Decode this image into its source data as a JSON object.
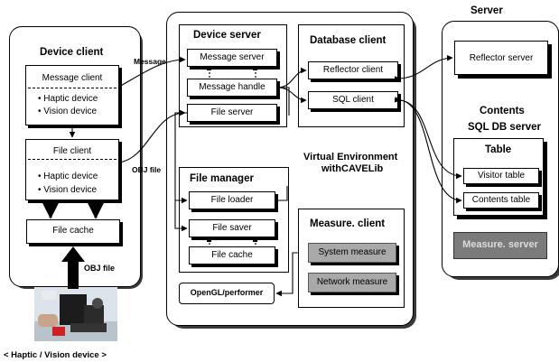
{
  "device_client": {
    "title": "Device client",
    "message_client": {
      "label": "Message client",
      "items": [
        "• Haptic device",
        "• Vision device"
      ]
    },
    "file_client": {
      "label": "File client",
      "items": [
        "• Haptic device",
        "• Vision device"
      ]
    },
    "file_cache": "File cache"
  },
  "device": {
    "caption": "< Haptic / Vision device >"
  },
  "arrows": {
    "message": "Message",
    "obj_file_1": "OBJ file",
    "obj_file_2": "OBJ file"
  },
  "center": {
    "device_server": {
      "title": "Device server",
      "message_server": "Message server",
      "message_handle": "Message handle",
      "file_server": "File server"
    },
    "database_client": {
      "title": "Database client",
      "reflector_client": "Reflector client",
      "sql_client": "SQL client"
    },
    "file_manager": {
      "title": "File manager",
      "file_loader": "File loader",
      "file_saver": "File saver",
      "file_cache": "File cache"
    },
    "ve_line1": "Virtual Environment",
    "ve_line2": "withCAVELib",
    "measure_client": {
      "title": "Measure. client",
      "system_measure": "System measure",
      "network_measure": "Network measure"
    },
    "opengl": "OpenGL/performer"
  },
  "server": {
    "title": "Server",
    "reflector_server": "Reflector server",
    "contents": "Contents",
    "sql_db_server": "SQL DB server",
    "table": {
      "title": "Table",
      "visitor_table": "Visitor table",
      "contents_table": "Contents table"
    },
    "measure_server": "Measure. server"
  }
}
